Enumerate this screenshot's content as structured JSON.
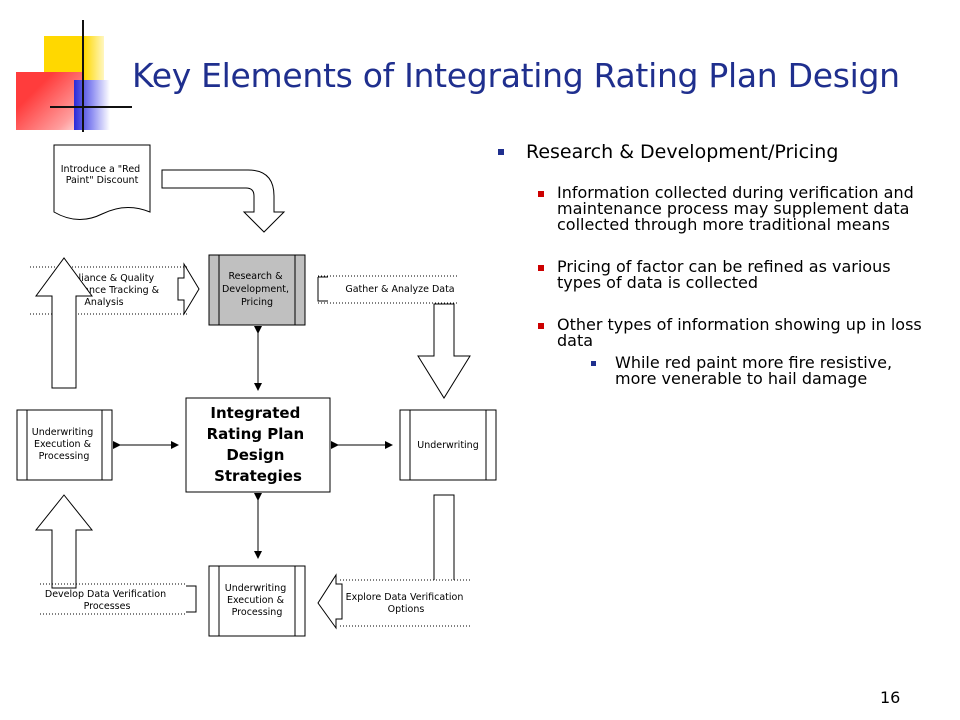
{
  "slide": {
    "title": "Key Elements of Integrating Rating Plan Design",
    "page_number": "16"
  },
  "diagram": {
    "note": "Introduce a \"Red Paint\" Discount",
    "research": "Research & Development, Pricing",
    "gather": "Gather & Analyze Data",
    "compliance": "Compliance & Quality Performance Tracking & Analysis",
    "center": "Integrated Rating Plan Design Strategies",
    "uw_left": "Underwriting Execution & Processing",
    "uw_right": "Underwriting",
    "uw_bottom": "Underwriting Execution & Processing",
    "develop": "Develop Data Verification Processes",
    "explore": "Explore Data Verification Options"
  },
  "bullets": {
    "main": "Research & Development/Pricing",
    "items": [
      "Information collected during verification and maintenance process may supplement data collected through more traditional means",
      "Pricing of factor can be refined as various types of data is collected",
      "Other types of information showing up in loss data"
    ],
    "sub": "While red paint more fire resistive, more venerable to hail damage"
  },
  "colors": {
    "title": "#1f2f8e",
    "accent_yellow": "#ffd800",
    "accent_red": "#ff4a4a",
    "accent_blue": "#3a3ad8",
    "research_fill": "#c0c0c0"
  }
}
